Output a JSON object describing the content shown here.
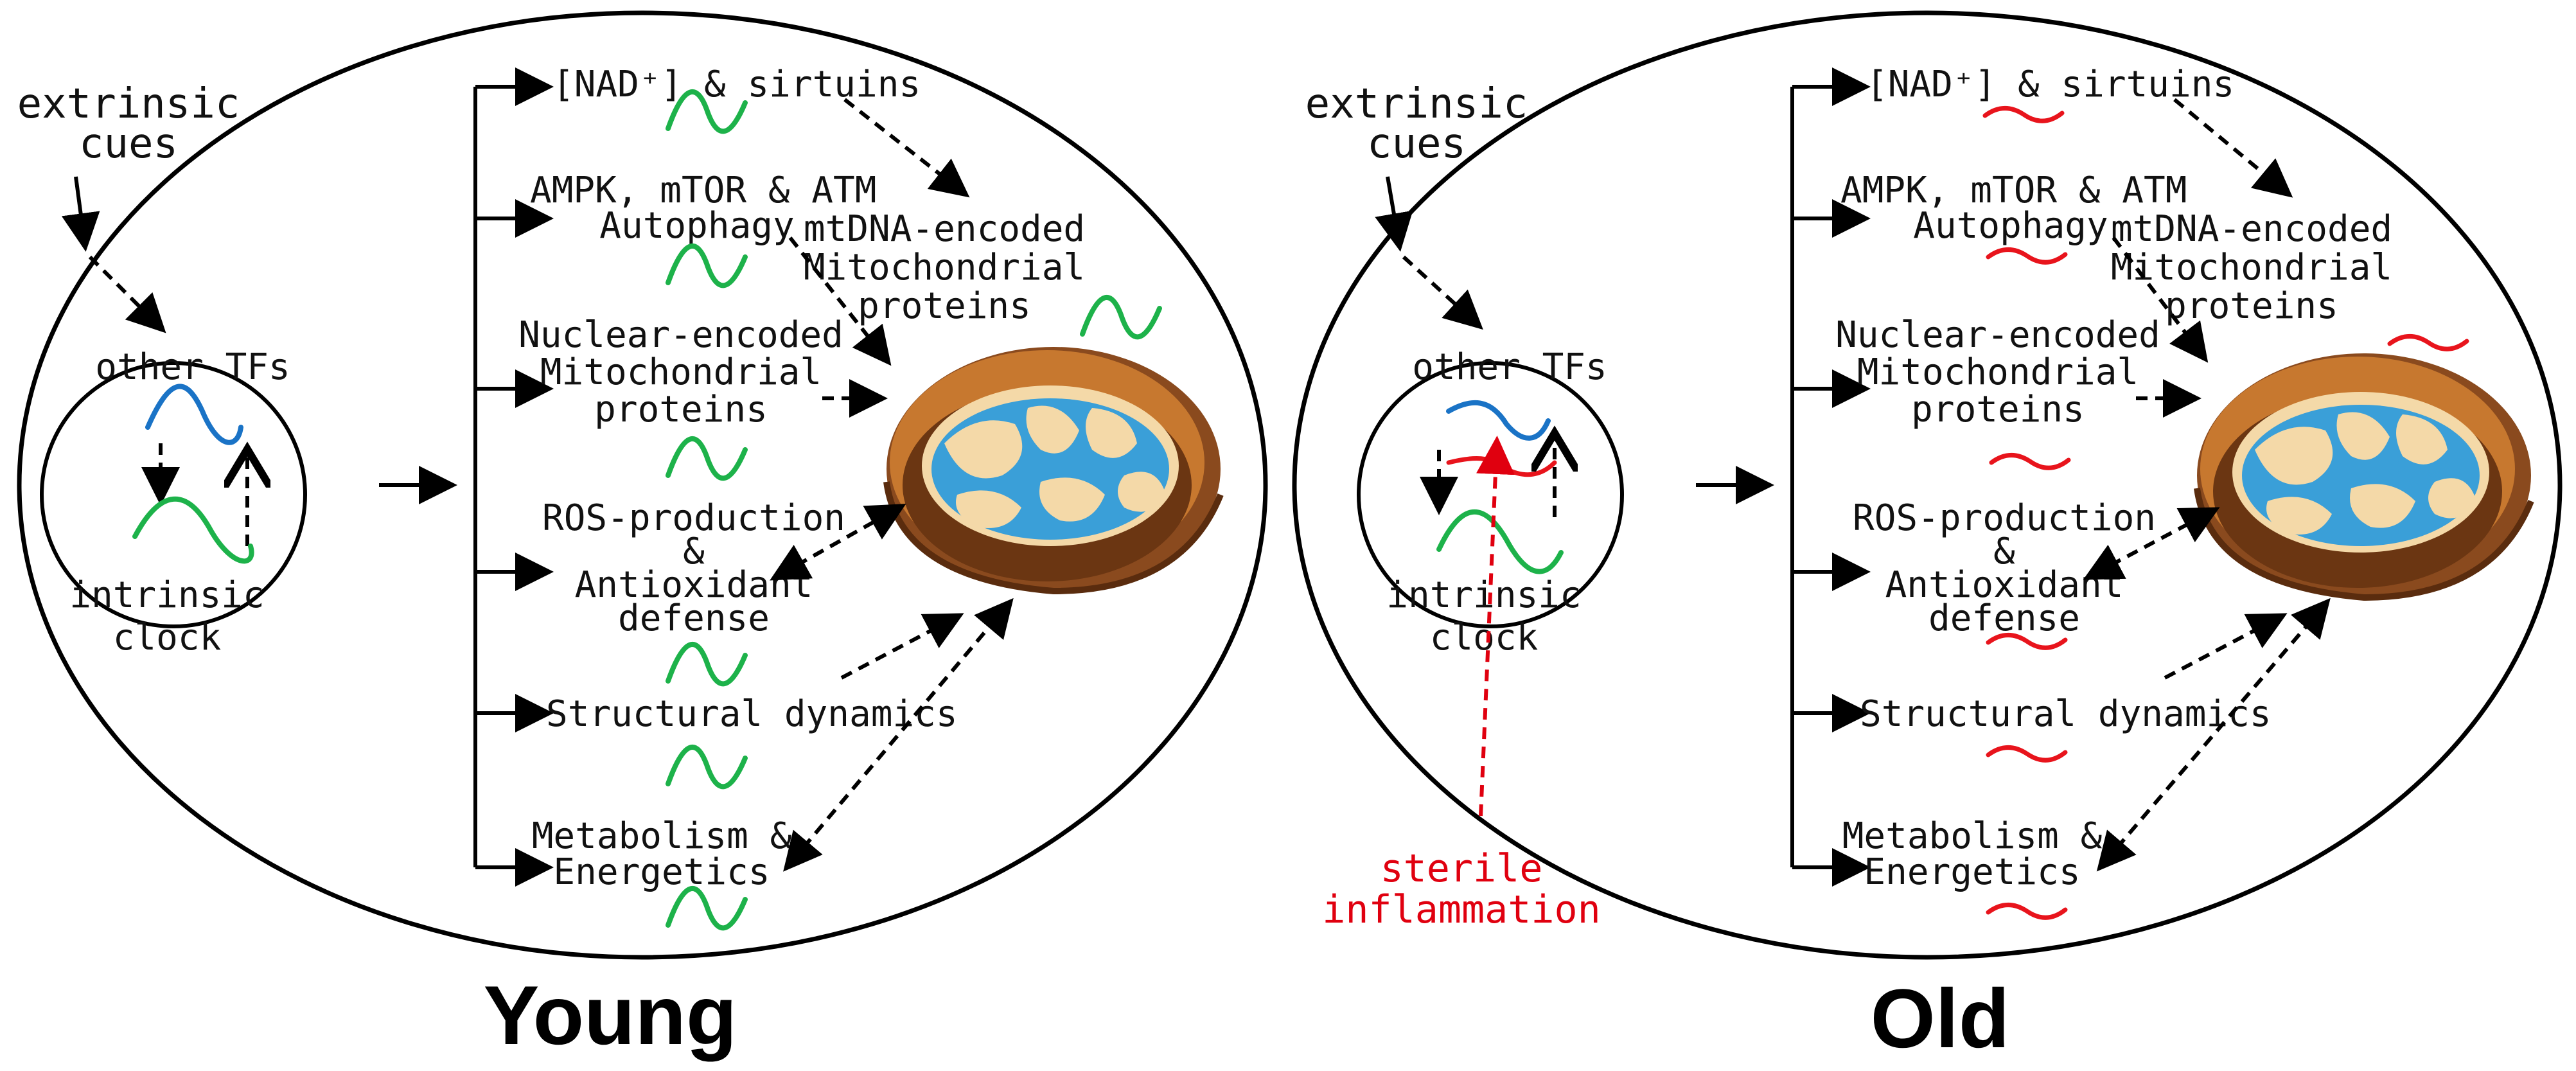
{
  "panels": [
    {
      "caption": "Young",
      "extrinsic_cues": "extrinsic\ncues",
      "other_tfs": "other TFs",
      "intrinsic_clock": "intrinsic\nclock",
      "pathways": {
        "nad_sirtuins": "[NAD⁺] & sirtuins",
        "ampk": "AMPK, mTOR & ATM",
        "autophagy": "Autophagy",
        "nuclear_encoded": "Nuclear-encoded\nMitochondrial\nproteins",
        "ros": "ROS-production\n&\nAntioxidant\ndefense",
        "structural": "Structural dynamics",
        "metabolism": "Metabolism &\nEnergetics",
        "mtdna": "mtDNA-encoded\nMitochondrial\nproteins"
      },
      "rhythm_color": "#1db24a"
    },
    {
      "caption": "Old",
      "extrinsic_cues": "extrinsic\ncues",
      "other_tfs": "other TFs",
      "intrinsic_clock": "intrinsic\nclock",
      "sterile_inflammation": "sterile\ninflammation",
      "pathways": {
        "nad_sirtuins": "[NAD⁺] & sirtuins",
        "ampk": "AMPK, mTOR & ATM",
        "autophagy": "Autophagy",
        "nuclear_encoded": "Nuclear-encoded\nMitochondrial\nproteins",
        "ros": "ROS-production\n&\nAntioxidant\ndefense",
        "structural": "Structural dynamics",
        "metabolism": "Metabolism &\nEnergetics",
        "mtdna": "mtDNA-encoded\nMitochondrial\nproteins"
      },
      "rhythm_color": "#e8141c"
    }
  ]
}
